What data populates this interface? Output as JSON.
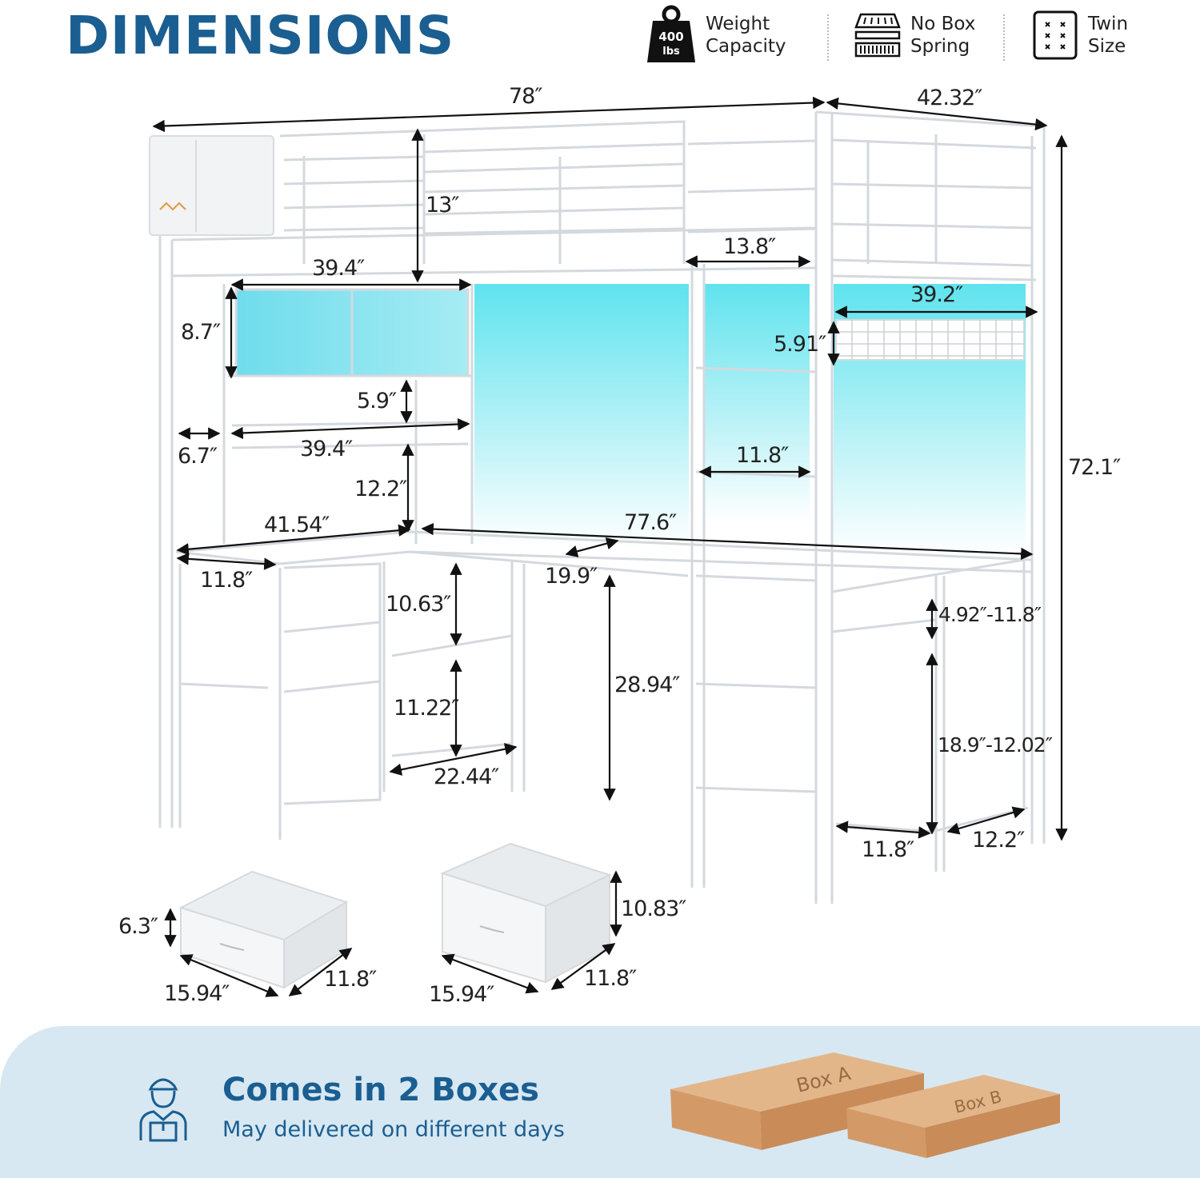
{
  "header": {
    "title": "DIMENSIONS",
    "features": [
      {
        "icon": "weight-icon",
        "badge_top": "400",
        "badge_bottom": "lbs",
        "line1": "Weight",
        "line2": "Capacity"
      },
      {
        "icon": "mattress-icon",
        "line1": "No Box",
        "line2": "Spring"
      },
      {
        "icon": "twin-size-icon",
        "line1": "Twin",
        "line2": "Size"
      }
    ]
  },
  "dimensions": {
    "overall_length": "78″",
    "overall_width": "42.32″",
    "overall_height": "72.1″",
    "guardrail_height": "13″",
    "ladder_opening": "13.8″",
    "cabinet_width": "39.4″",
    "cabinet_height": "8.7″",
    "shelf_gap": "5.9″",
    "side_depth": "6.7″",
    "shelf_width": "39.4″",
    "shelf_to_desk": "12.2″",
    "desk_return_length": "41.54″",
    "desk_length": "77.6″",
    "return_depth": "11.8″",
    "desk_depth": "19.9″",
    "shelf_top_gap": "10.63″",
    "shelf_bottom_gap": "11.22″",
    "bottom_shelf_width": "22.44″",
    "desk_height": "28.94″",
    "ladder_step": "11.8″",
    "right_shelf_width": "39.2″",
    "pegboard_height": "5.91″",
    "right_top_gap": "4.92″-11.8″",
    "right_bottom_gap": "18.9″-12.02″",
    "right_shelf_depth_a": "11.8″",
    "right_shelf_depth_b": "12.2″"
  },
  "drawers": {
    "small": {
      "height": "6.3″",
      "length": "15.94″",
      "depth": "11.8″"
    },
    "large": {
      "height": "10.83″",
      "length": "15.94″",
      "depth": "11.8″"
    }
  },
  "banner": {
    "title": "Comes in 2 Boxes",
    "subtitle": "May delivered on different days",
    "box_a": "Box A",
    "box_b": "Box B"
  },
  "colors": {
    "brand_blue": "#1b5e91",
    "banner_bg": "#d7e8f2",
    "led_cyan": "#5fe3ee",
    "box_kraft": "#d9a779"
  }
}
